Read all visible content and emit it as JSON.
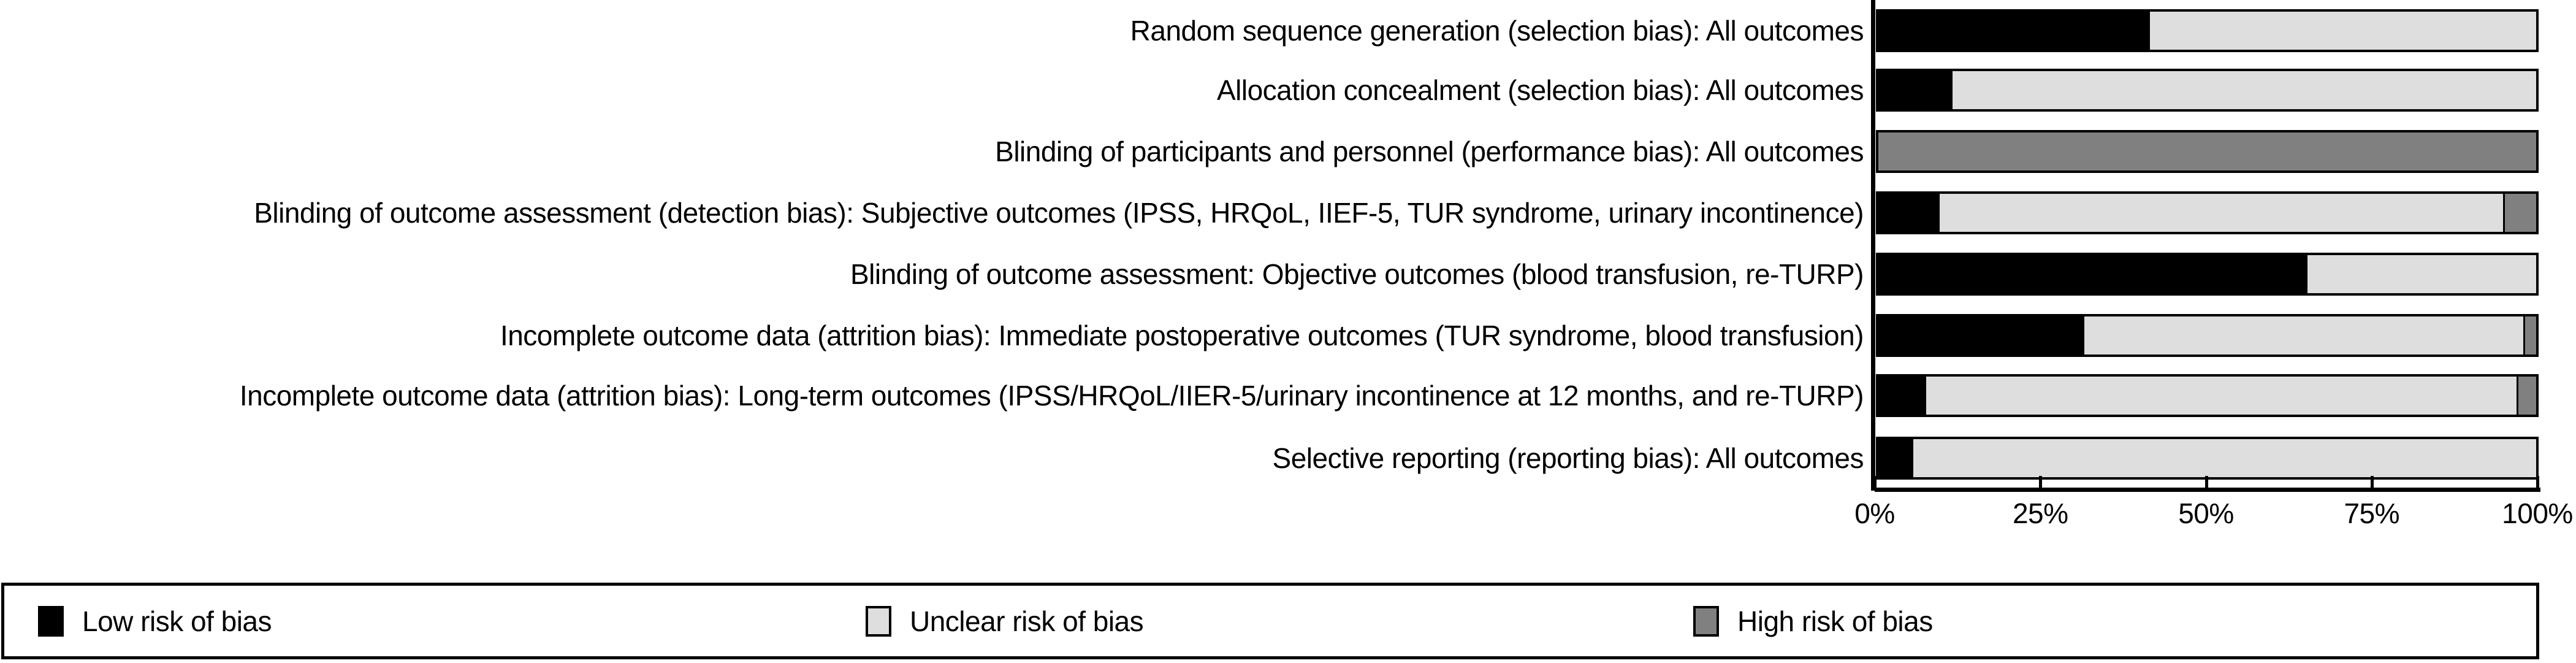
{
  "chart_data": {
    "type": "bar",
    "orientation": "horizontal",
    "stacked": true,
    "title": "",
    "xlabel": "",
    "ylabel": "",
    "xlim": [
      0,
      100
    ],
    "x_ticks": [
      "0%",
      "25%",
      "50%",
      "75%",
      "100%"
    ],
    "grid": false,
    "legend_position": "bottom",
    "categories": [
      "Random sequence generation (selection bias): All outcomes",
      "Allocation concealment (selection bias): All outcomes",
      "Blinding of participants and personnel (performance bias): All outcomes",
      "Blinding of outcome assessment (detection bias): Subjective outcomes (IPSS, HRQoL, IIEF-5, TUR syndrome, urinary incontinence)",
      "Blinding of outcome assessment: Objective outcomes (blood transfusion, re-TURP)",
      "Incomplete outcome data (attrition bias): Immediate postoperative outcomes (TUR syndrome, blood transfusion)",
      "Incomplete outcome data (attrition bias): Long-term outcomes (IPSS/HRQoL/IIER-5/urinary incontinence at 12 months, and re-TURP)",
      "Selective reporting (reporting bias): All outcomes"
    ],
    "series": [
      {
        "name": "Low risk of bias",
        "color": "#000000",
        "values": [
          41,
          11,
          0,
          9,
          65,
          31,
          7,
          5
        ]
      },
      {
        "name": "Unclear risk of bias",
        "color": "#dedede",
        "values": [
          59,
          89,
          0,
          86,
          35,
          67,
          90,
          95
        ]
      },
      {
        "name": "High risk of bias",
        "color": "#808080",
        "values": [
          0,
          0,
          100,
          5,
          0,
          2,
          3,
          0
        ]
      }
    ]
  },
  "axis": {
    "ticks": [
      {
        "label": "0%",
        "pos": 0
      },
      {
        "label": "25%",
        "pos": 25
      },
      {
        "label": "50%",
        "pos": 50
      },
      {
        "label": "75%",
        "pos": 75
      },
      {
        "label": "100%",
        "pos": 100
      }
    ]
  },
  "legend": {
    "items": [
      {
        "label": "Low risk of bias",
        "color": "#000000"
      },
      {
        "label": "Unclear risk of bias",
        "color": "#dedede"
      },
      {
        "label": "High risk of bias",
        "color": "#808080"
      }
    ]
  }
}
